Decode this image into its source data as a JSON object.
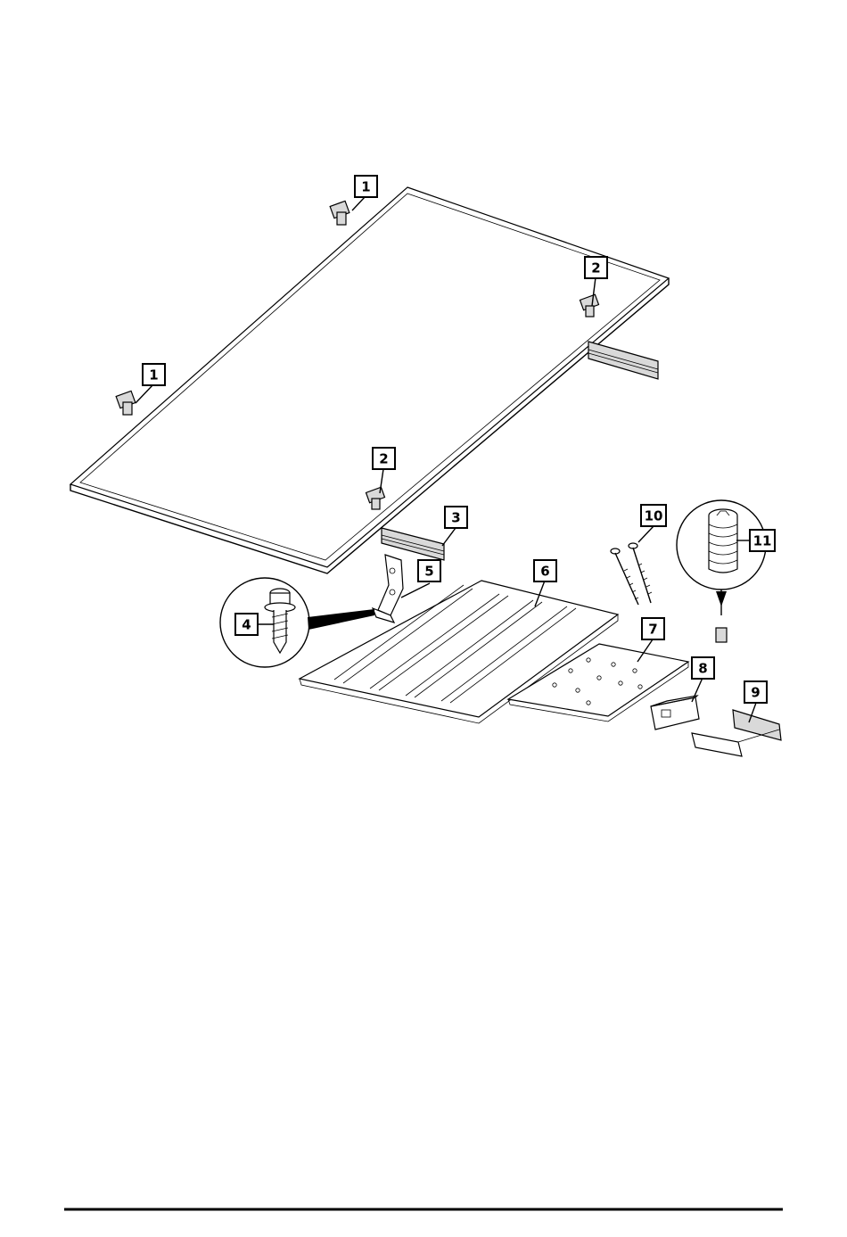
{
  "diagram": {
    "callouts": [
      {
        "id": "c1a",
        "label": "1"
      },
      {
        "id": "c1b",
        "label": "1"
      },
      {
        "id": "c2a",
        "label": "2"
      },
      {
        "id": "c2b",
        "label": "2"
      },
      {
        "id": "c3",
        "label": "3"
      },
      {
        "id": "c4",
        "label": "4"
      },
      {
        "id": "c5",
        "label": "5"
      },
      {
        "id": "c6",
        "label": "6"
      },
      {
        "id": "c7",
        "label": "7"
      },
      {
        "id": "c8",
        "label": "8"
      },
      {
        "id": "c9",
        "label": "9"
      },
      {
        "id": "c10",
        "label": "10"
      },
      {
        "id": "c11",
        "label": "11"
      }
    ]
  },
  "colors": {
    "line": "#000000",
    "background": "#ffffff",
    "shade": "#d9d9d9"
  }
}
